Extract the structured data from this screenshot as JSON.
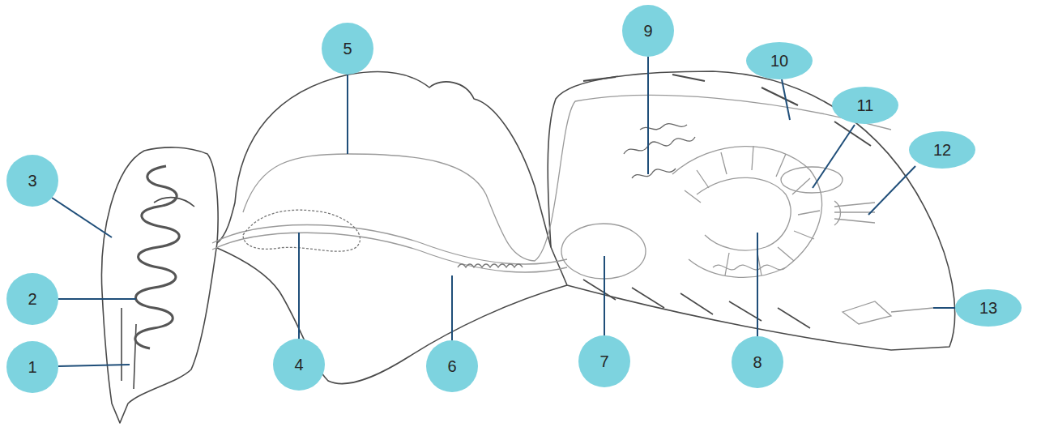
{
  "diagram": {
    "nodes": [
      {
        "text": [
          "1"
        ]
      },
      {
        "text": [
          "2"
        ]
      },
      {
        "text": [
          "3"
        ]
      },
      {
        "text": [
          "4"
        ]
      },
      {
        "text": [
          "5"
        ]
      },
      {
        "text": [
          "6"
        ]
      },
      {
        "text": [
          "7"
        ]
      },
      {
        "text": [
          "8"
        ]
      },
      {
        "text": [
          "9"
        ]
      },
      {
        "text": [
          "10"
        ]
      },
      {
        "text": [
          "11"
        ]
      },
      {
        "text": [
          "12"
        ]
      },
      {
        "text": [
          "13"
        ]
      }
    ]
  }
}
